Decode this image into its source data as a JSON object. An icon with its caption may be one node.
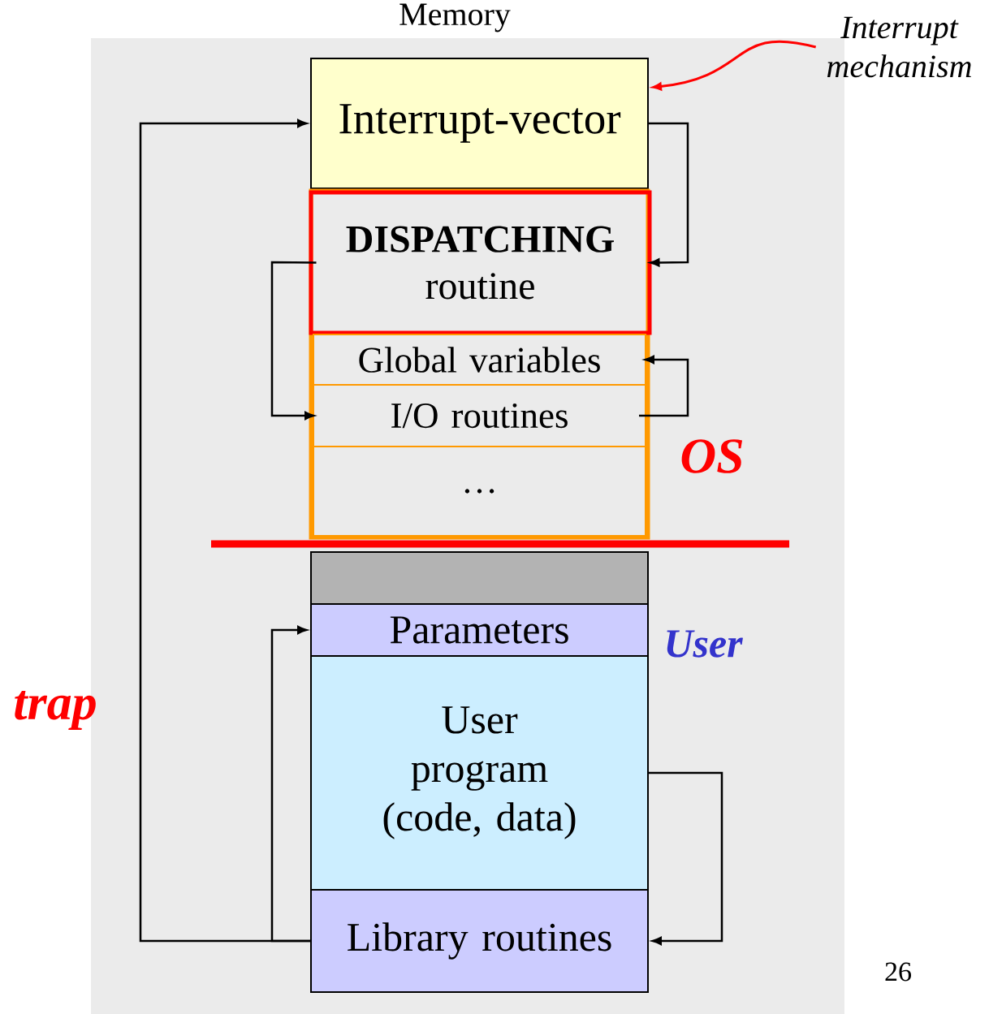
{
  "diagram": {
    "nodes": [
      {
        "text": [
          "Interrupt-vector"
        ]
      },
      {
        "text": [],
        "shape": "box",
        "beside": [
          "OS"
        ]
      },
      {
        "text": [
          "**DISPATCHING** routine"
        ],
        "in": 1
      },
      {
        "text": [
          "Global variables"
        ],
        "in": 1
      },
      {
        "text": [
          "I/O routines"
        ],
        "in": 1
      },
      {
        "text": [
          "…"
        ],
        "in": 1
      },
      {
        "text": [],
        "shape": "box"
      },
      {
        "text": [
          "Parameters"
        ]
      },
      {
        "text": [
          "User program (code, data)"
        ]
      },
      {
        "text": [
          "Library routines"
        ]
      },
      {
        "text": [
          "Interrupt mechanism"
        ]
      }
    ],
    "edges": [
      {
        "from": 10,
        "to": 0,
        "arrow": "to",
        "color": "#ff0000"
      },
      {
        "from": 9,
        "to": 0,
        "arrow": "to"
      },
      {
        "from": 9,
        "to": 7,
        "arrow": "to"
      },
      {
        "from": 0,
        "to": 2,
        "arrow": "to"
      },
      {
        "from": 2,
        "to": 4,
        "arrow": "to"
      },
      {
        "from": 4,
        "to": 3,
        "arrow": "to"
      },
      {
        "from": 8,
        "to": 9,
        "arrow": "to"
      }
    ],
    "labels": [
      "Memory",
      "User",
      "trap",
      "26"
    ]
  }
}
